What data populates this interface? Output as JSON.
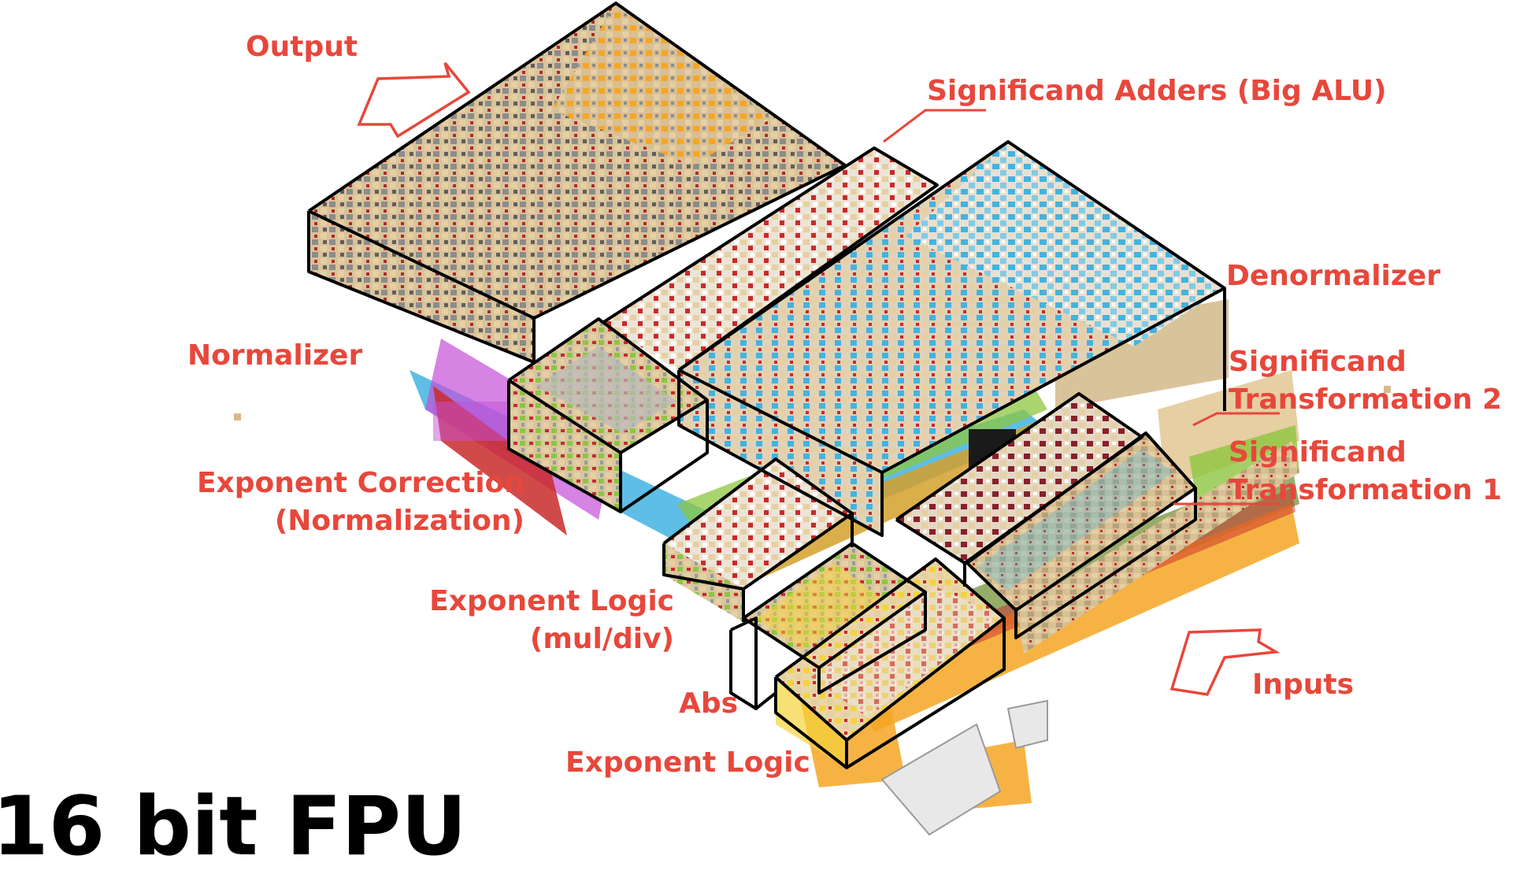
{
  "title": "16 bit FPU",
  "colors": {
    "label": "#e8473b",
    "outline": "#000000",
    "wool_tan": "#e6cfa2",
    "wool_gray": "#8c8c8c",
    "wool_red": "#c92a2a",
    "wool_orange": "#f5a623",
    "wool_lightblue": "#43b3e0",
    "wool_white": "#eeeeee",
    "wool_lime": "#8cc63f",
    "wool_yellow": "#f5d33a",
    "wool_magenta": "#c44fd8"
  },
  "labels": {
    "output": "Output",
    "significand_adders": "Significand Adders (Big ALU)",
    "denormalizer": "Denormalizer",
    "normalizer": "Normalizer",
    "sig_trans_2": [
      "Significand",
      "Transformation 2"
    ],
    "sig_trans_1": [
      "Significand",
      "Transformation 1"
    ],
    "exponent_correction": [
      "Exponent Correction",
      "(Normalization)"
    ],
    "exponent_logic_muldiv": [
      "Exponent Logic",
      "(mul/div)"
    ],
    "abs": "Abs",
    "inputs": "Inputs",
    "exponent_logic": "Exponent Logic"
  }
}
